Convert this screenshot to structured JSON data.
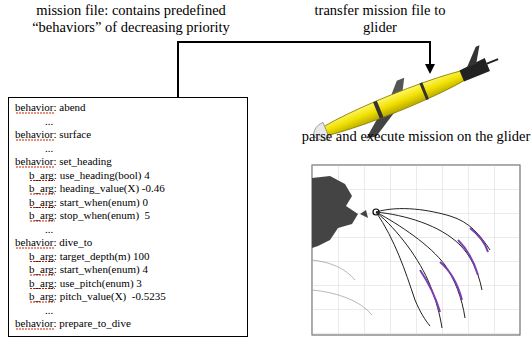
{
  "diagram": {
    "nodes": [
      {
        "text": [
          "behavior: abend",
          "...",
          "behavior: surface",
          "...",
          "behavior: set_heading",
          "b_arg: use_heading(bool) 4",
          "b_arg: heading_value(X) -0.46",
          "b_arg: start_when(enum) 0",
          "b_arg: stop_when(enum)  5",
          "...",
          "behavior: dive_to",
          "b_arg: target_depth(m) 100",
          "b_arg: start_when(enum) 4",
          "b_arg: use_pitch(enum) 3",
          "b_arg: pitch_value(X)  -0.5235",
          "...",
          "behavior: prepare_to_dive"
        ]
      }
    ],
    "labels": [
      "mission file: contains predefined “behaviors” of decreasing priority",
      "transfer mission file to glider",
      "parse and execute mission on the glider"
    ]
  }
}
